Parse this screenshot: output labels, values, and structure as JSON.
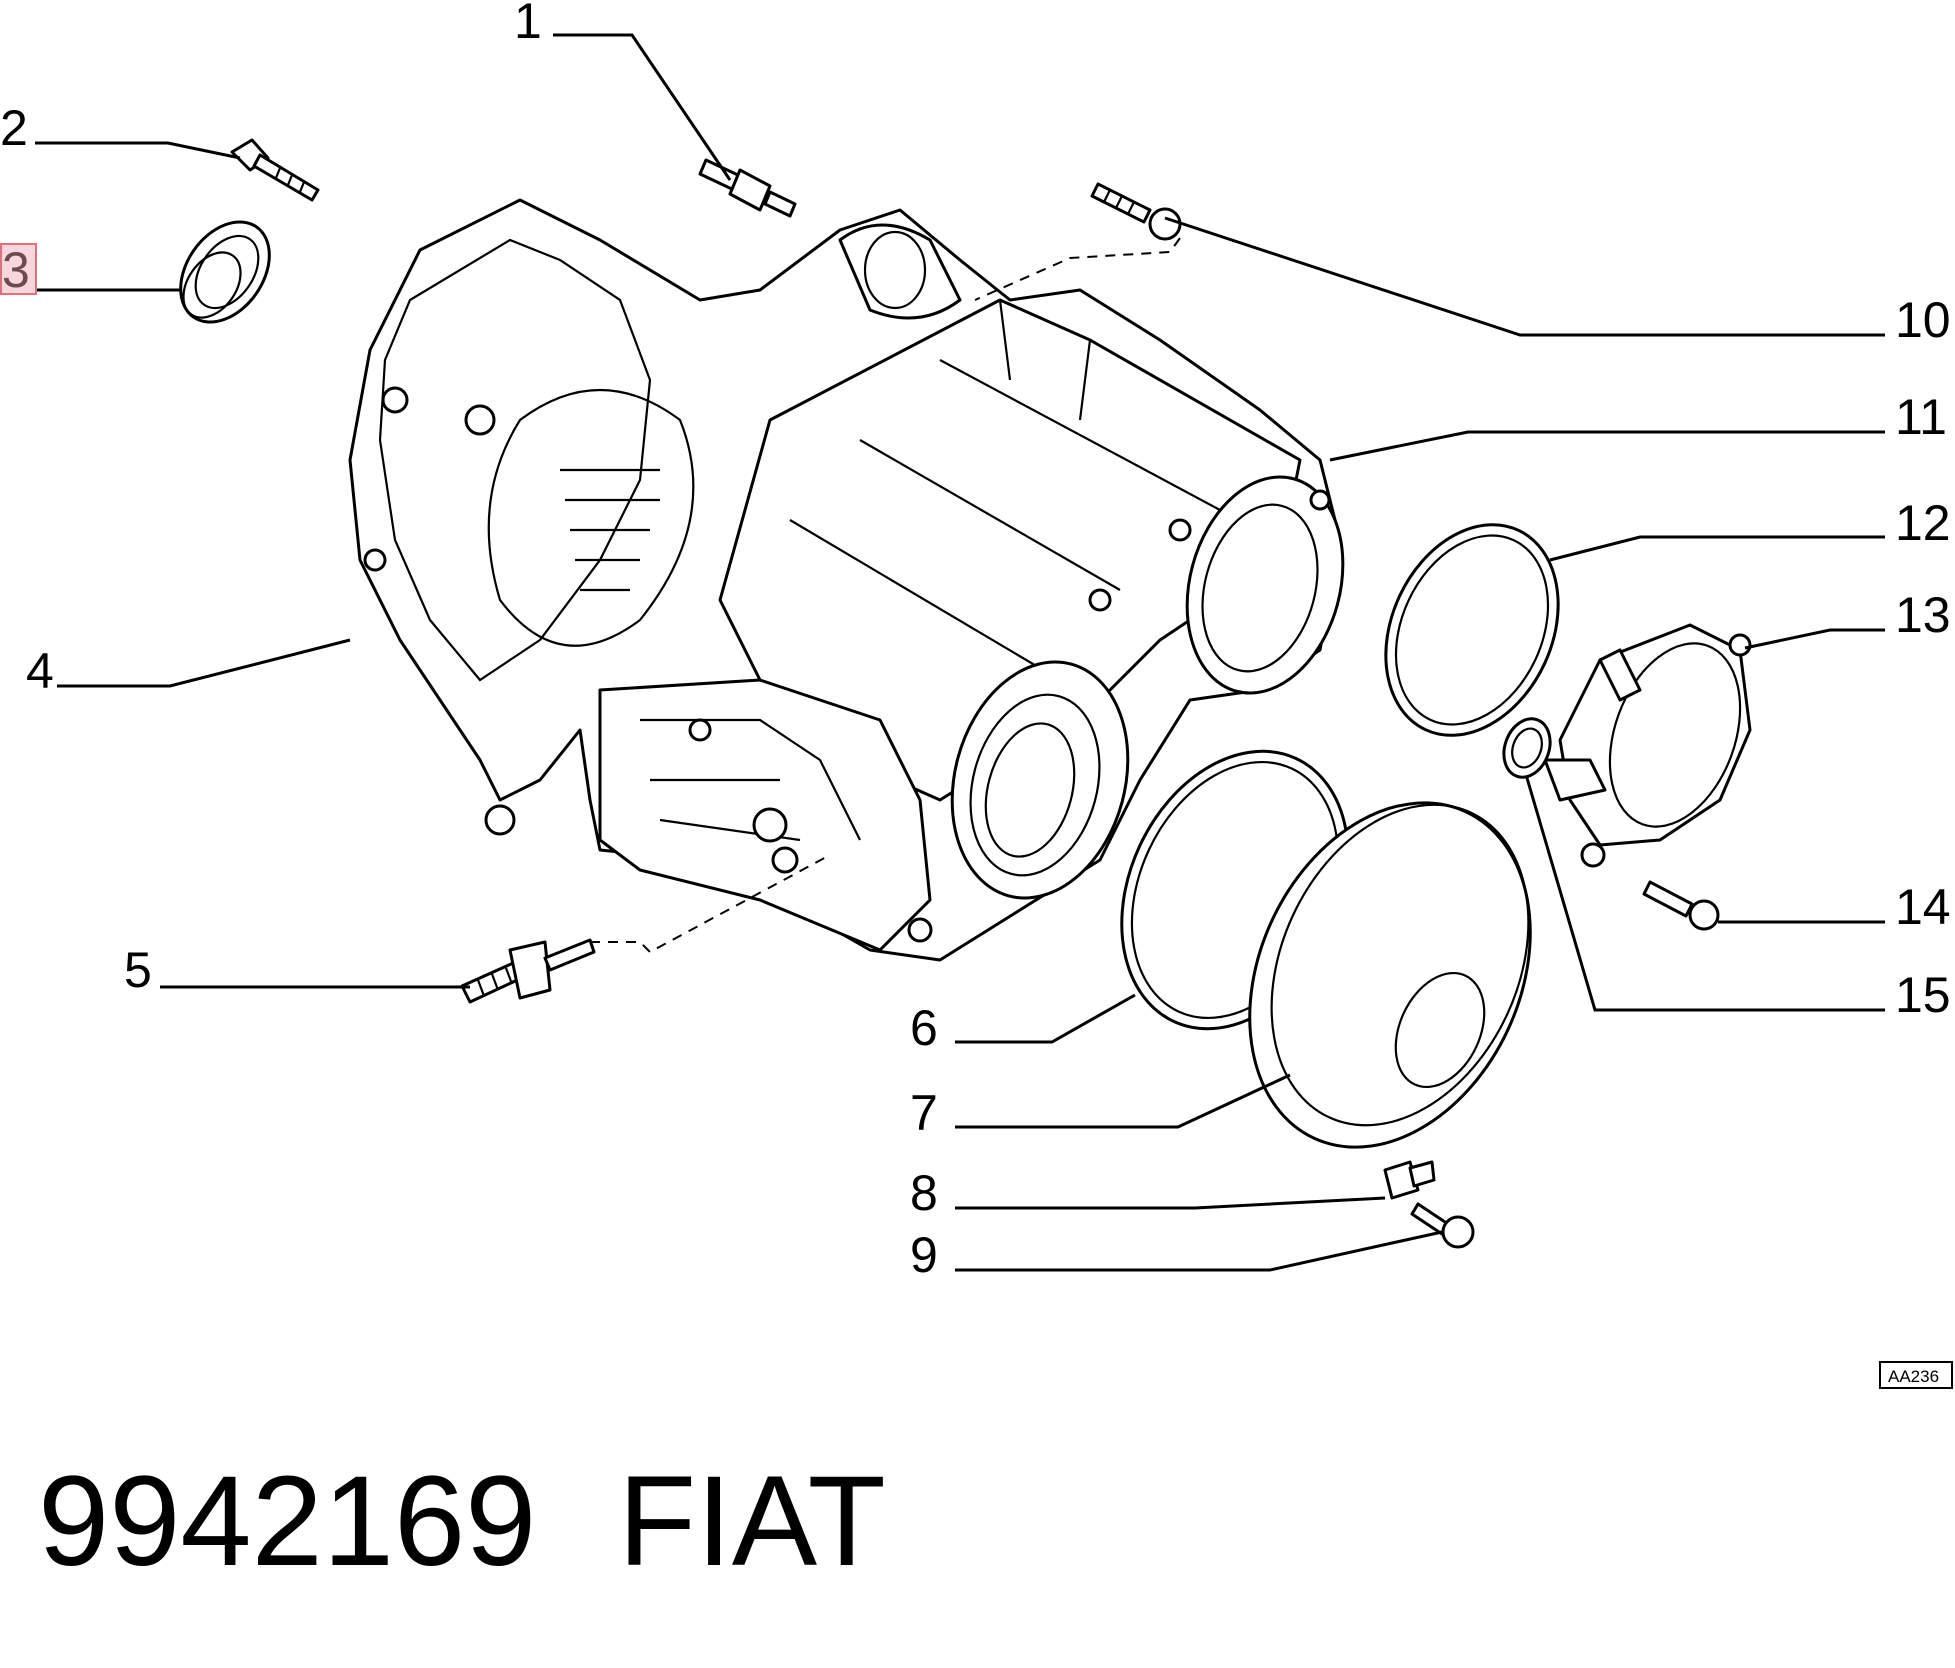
{
  "diagram": {
    "callouts": [
      {
        "id": "1",
        "label": "1"
      },
      {
        "id": "2",
        "label": "2"
      },
      {
        "id": "3",
        "label": "3",
        "highlighted": true
      },
      {
        "id": "4",
        "label": "4"
      },
      {
        "id": "5",
        "label": "5"
      },
      {
        "id": "6",
        "label": "6"
      },
      {
        "id": "7",
        "label": "7"
      },
      {
        "id": "8",
        "label": "8"
      },
      {
        "id": "9",
        "label": "9"
      },
      {
        "id": "10",
        "label": "10"
      },
      {
        "id": "11",
        "label": "11"
      },
      {
        "id": "12",
        "label": "12"
      },
      {
        "id": "13",
        "label": "13"
      },
      {
        "id": "14",
        "label": "14"
      },
      {
        "id": "15",
        "label": "15"
      }
    ],
    "reference_code": "AA236",
    "highlight_color": "#f7d7dc"
  },
  "footer": {
    "part_number": "9942169",
    "brand": "FIAT"
  }
}
